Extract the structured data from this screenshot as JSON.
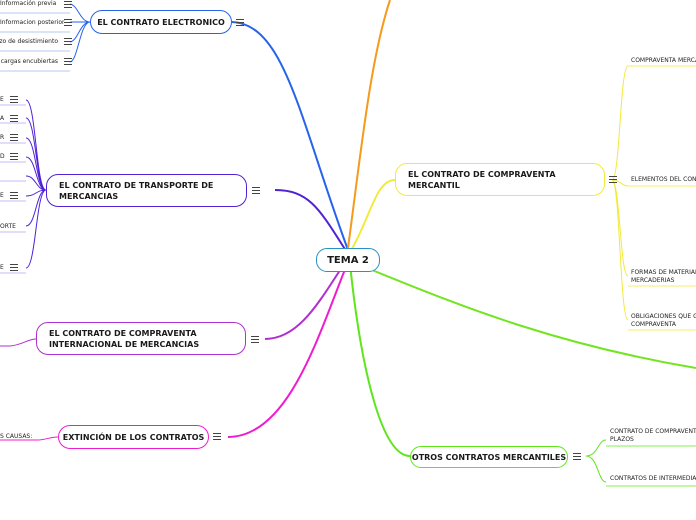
{
  "center": {
    "label": "TEMA 2"
  },
  "left_branches": {
    "electronico": {
      "label": "EL CONTRATO ELECTRONICO",
      "color": "#2563eb",
      "children": [
        "Información previa",
        "Informacion posterior",
        "Plazo de desistimiento",
        "cargas encubiertas"
      ]
    },
    "transporte": {
      "label_line1": "EL CONTRATO DE TRANSPORTE DE",
      "label_line2": "MERCANCIAS",
      "color": "#4f22d6",
      "children": [
        "E",
        "A",
        "R",
        "D",
        "E",
        "ORTE",
        "E"
      ]
    },
    "internacional": {
      "label_line1": "EL CONTRATO DE COMPRAVENTA",
      "label_line2": "INTERNACIONAL DE MERCANCIAS",
      "color": "#b02fd0"
    },
    "extincion": {
      "label": "EXTINCIÓN DE LOS CONTRATOS",
      "color": "#ef1ccf",
      "children": [
        "S CAUSAS:"
      ]
    }
  },
  "right_branches": {
    "mercantil": {
      "label_line1": "EL CONTRATO DE COMPRAVENTA",
      "label_line2": "MERCANTIL",
      "color": "#f2ea3a",
      "children": [
        {
          "line1": "COMPRAVENTA MERCA",
          "line2": ""
        },
        {
          "line1": "ELEMENTOS DEL CONT",
          "line2": ""
        },
        {
          "line1": "FORMAS DE MATERIALI",
          "line2": "MERCADERIAS"
        },
        {
          "line1": "OBLIGACIONES QUE GI",
          "line2": "COMPRAVENTA"
        }
      ]
    },
    "otros": {
      "label": "OTROS CONTRATOS MERCANTILES",
      "color": "#5ee61a",
      "children": [
        {
          "line1": "CONTRATO DE COMPRAVENTA",
          "line2": "PLAZOS"
        },
        {
          "line1": "CONTRATOS DE INTERMEDIAC",
          "line2": ""
        }
      ]
    },
    "top_branch": {
      "color": "#f59a1c"
    },
    "green_branch": {
      "color": "#71e51f"
    }
  }
}
